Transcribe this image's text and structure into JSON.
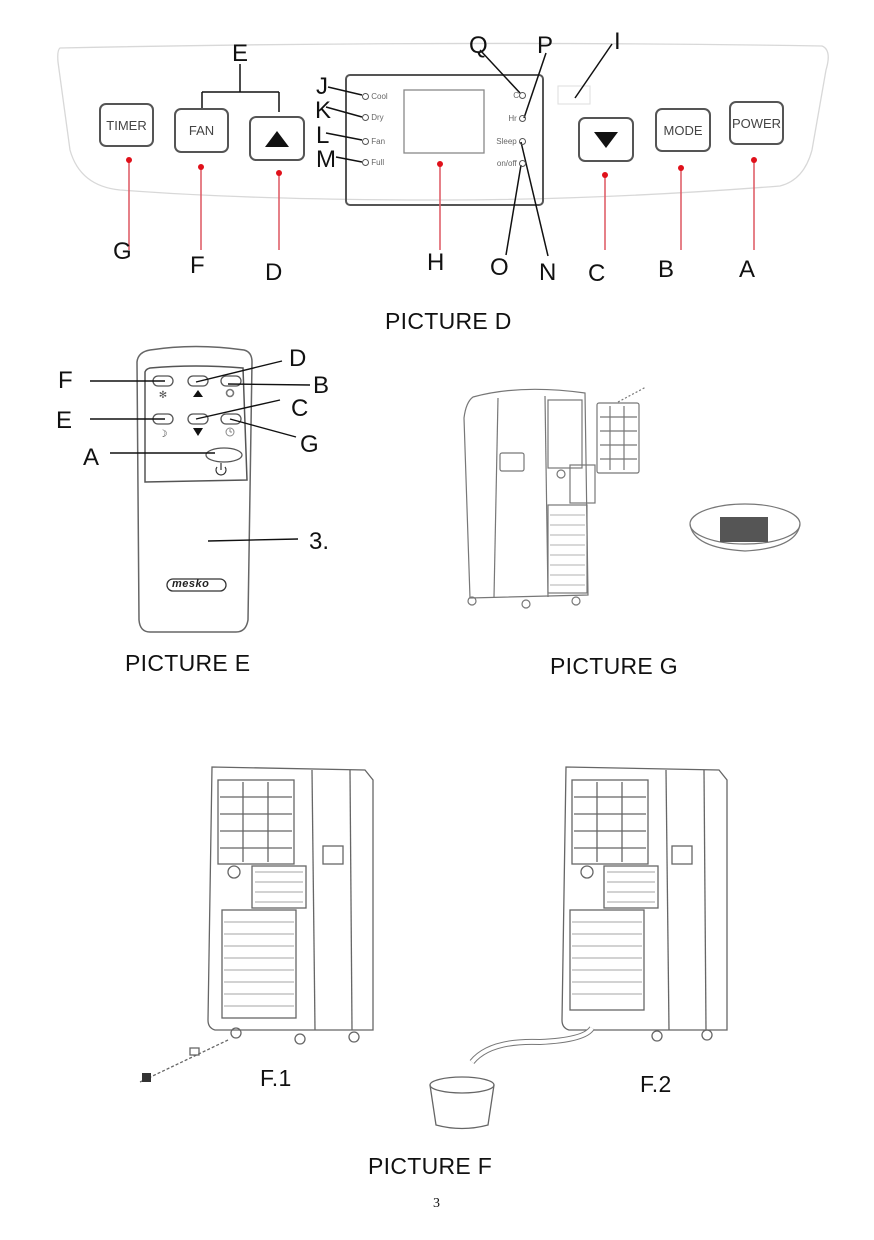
{
  "picture_d": {
    "caption": "PICTURE D",
    "buttons": {
      "timer": "TIMER",
      "fan": "FAN",
      "mode": "MODE",
      "power": "POWER",
      "up_icon": "triangle-up-icon",
      "down_icon": "triangle-down-icon"
    },
    "left_indicators": [
      "Cool",
      "Dry",
      "Fan",
      "Full"
    ],
    "right_indicators": [
      "C",
      "Hr",
      "Sleep",
      "on/off"
    ],
    "callouts_top": [
      "E",
      "J",
      "K",
      "L",
      "M",
      "Q",
      "P",
      "I"
    ],
    "callouts_bottom": [
      "G",
      "F",
      "D",
      "H",
      "O",
      "N",
      "C",
      "B",
      "A"
    ],
    "accent_color": "#e0101a"
  },
  "picture_e": {
    "caption": "PICTURE E",
    "callouts": [
      "F",
      "D",
      "B",
      "E",
      "C",
      "G",
      "A",
      "3."
    ],
    "brand": "mesko",
    "icons": [
      "fan-icon",
      "triangle-up-icon",
      "circle-icon",
      "moon-icon",
      "triangle-down-icon",
      "clock-icon",
      "power-icon"
    ]
  },
  "picture_g": {
    "caption": "PICTURE G"
  },
  "picture_f": {
    "caption": "PICTURE F",
    "sub1": "F.1",
    "sub2": "F.2"
  },
  "page_number": "3"
}
